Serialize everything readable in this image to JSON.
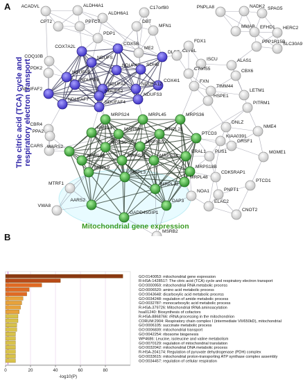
{
  "panels": {
    "a": "A",
    "b": "B"
  },
  "clusters": {
    "tca_line1": "The citric acid (TCA) cycle and",
    "tca_line2": "respiratory electron transport",
    "mito": "Mitochondrial gene expression"
  },
  "colors": {
    "tca_node": "#5448d8",
    "mito_node": "#3faa3c",
    "other_node": "#eeeeee",
    "tca_label": "#2e24a8",
    "mito_label": "#3a9a22",
    "bar_top": "#8a3a12",
    "bar_mid": "#e06a24",
    "bar_low": "#d8c24a"
  },
  "nodes": [
    {
      "id": "ACADVL",
      "c": "o"
    },
    {
      "id": "ALDH4A1",
      "c": "o"
    },
    {
      "id": "ALDH6A1",
      "c": "o"
    },
    {
      "id": "C17orf80",
      "c": "o"
    },
    {
      "id": "DBT",
      "c": "o"
    },
    {
      "id": "CPT2",
      "c": "o"
    },
    {
      "id": "PPTC7",
      "c": "o"
    },
    {
      "id": "MFN1",
      "c": "o"
    },
    {
      "id": "PDP1",
      "c": "o"
    },
    {
      "id": "COX5B",
      "c": "t"
    },
    {
      "id": "COX7A2L",
      "c": "t"
    },
    {
      "id": "ME2",
      "c": "o"
    },
    {
      "id": "COQ10B",
      "c": "o"
    },
    {
      "id": "NDUFS",
      "c": "t"
    },
    {
      "id": "DLST",
      "c": "t"
    },
    {
      "id": "PDK2",
      "c": "o"
    },
    {
      "id": "NDUFA5",
      "c": "t"
    },
    {
      "id": "NDUFA9",
      "c": "t"
    },
    {
      "id": "SDHB",
      "c": "t"
    },
    {
      "id": "NDUFB9",
      "c": "t"
    },
    {
      "id": "COX4I1",
      "c": "t"
    },
    {
      "id": "NDUFA2",
      "c": "t"
    },
    {
      "id": "NDUFS2",
      "c": "t"
    },
    {
      "id": "NDUFA12",
      "c": "t"
    },
    {
      "id": "NDUFAF2",
      "c": "t"
    },
    {
      "id": "NDUFAF7",
      "c": "t"
    },
    {
      "id": "NDUFAF4",
      "c": "t"
    },
    {
      "id": "NDUFS3",
      "c": "t"
    },
    {
      "id": "CLYBL",
      "c": "o"
    },
    {
      "id": "FDX1",
      "c": "o"
    },
    {
      "id": "ISCU",
      "c": "o"
    },
    {
      "id": "C7orf55",
      "c": "o"
    },
    {
      "id": "FXN",
      "c": "o"
    },
    {
      "id": "ALAS1",
      "c": "o"
    },
    {
      "id": "CBX6",
      "c": "o"
    },
    {
      "id": "TIMM44",
      "c": "o"
    },
    {
      "id": "LETM1",
      "c": "o"
    },
    {
      "id": "HSPE1",
      "c": "o"
    },
    {
      "id": "PITRM1",
      "c": "o"
    },
    {
      "id": "PNPLA8",
      "c": "o"
    },
    {
      "id": "NADK2",
      "c": "o"
    },
    {
      "id": "SPAG5",
      "c": "o"
    },
    {
      "id": "MMAB",
      "c": "o"
    },
    {
      "id": "EFHD1",
      "c": "o"
    },
    {
      "id": "HERC2",
      "c": "o"
    },
    {
      "id": "PPP1R15B",
      "c": "o"
    },
    {
      "id": "SLC30A9",
      "c": "o"
    },
    {
      "id": "CBR4",
      "c": "o"
    },
    {
      "id": "PPA2",
      "c": "o"
    },
    {
      "id": "CARS",
      "c": "o"
    },
    {
      "id": "DNLZ",
      "c": "o"
    },
    {
      "id": "NME4",
      "c": "o"
    },
    {
      "id": "GRSF1",
      "c": "o"
    },
    {
      "id": "MGME1",
      "c": "o"
    },
    {
      "id": "KIAA0391",
      "c": "o"
    },
    {
      "id": "PUS1",
      "c": "o"
    },
    {
      "id": "PTCD1",
      "c": "o"
    },
    {
      "id": "CNOT2",
      "c": "o"
    },
    {
      "id": "MSRB2",
      "c": "o"
    },
    {
      "id": "VWA8",
      "c": "o"
    },
    {
      "id": "MTRF1",
      "c": "o"
    },
    {
      "id": "NOA1",
      "c": "o"
    },
    {
      "id": "PNPT1",
      "c": "o"
    },
    {
      "id": "ELAC2",
      "c": "o"
    },
    {
      "id": "CDK5RAP1",
      "c": "o"
    },
    {
      "id": "MRPS24",
      "c": "m"
    },
    {
      "id": "MRPL45",
      "c": "m"
    },
    {
      "id": "MRPS36",
      "c": "m"
    },
    {
      "id": "MRPL21",
      "c": "m"
    },
    {
      "id": "MRPL1",
      "c": "m"
    },
    {
      "id": "MARS2",
      "c": "m"
    },
    {
      "id": "PTCD3",
      "c": "m"
    },
    {
      "id": "WARS2",
      "c": "m"
    },
    {
      "id": "MRPS5",
      "c": "m"
    },
    {
      "id": "MRPS10",
      "c": "m"
    },
    {
      "id": "ERAL1",
      "c": "m"
    },
    {
      "id": "MRPS18B",
      "c": "m"
    },
    {
      "id": "MRPL48",
      "c": "m"
    },
    {
      "id": "MRPS31",
      "c": "m"
    },
    {
      "id": "MRPS34",
      "c": "m"
    },
    {
      "id": "AARS2",
      "c": "m"
    },
    {
      "id": "GADD45GIP1",
      "c": "m"
    },
    {
      "id": "DAP3",
      "c": "m"
    },
    {
      "id": "MRPL9",
      "c": "m"
    },
    {
      "id": "MRPL32",
      "c": "m"
    },
    {
      "id": "MRPL3",
      "c": "m"
    },
    {
      "id": "MRPL49",
      "c": "m"
    }
  ],
  "chart_data": {
    "type": "bar",
    "orientation": "horizontal",
    "xlabel": "-log10(P)",
    "xticks": [
      "0",
      "20",
      "40",
      "60",
      "80"
    ],
    "xlim": [
      0,
      100
    ],
    "categories": [
      "GO:0140053: mitochondrial gene expression",
      "R-HSA-1428517: The citric acid (TCA) cycle and respiratory electron transport",
      "GO:0000959: mitochondrial RNA metabolic process",
      "GO:0006520: amino acid metabolic process",
      "GO:0043648: dicarboxylic acid metabolic process",
      "GO:0034248: regulation of amide metabolic process",
      "GO:0032787: monocarboxylic acid metabolic process",
      "R-HSA-379726: Mitochondrial tRNA aminoacylation",
      "hsa01240: Biosynthesis of cofactors",
      "R-HSA-8868766: rRNA processing in the mitochondrion",
      "CORUM:2904: Respiratory chain complex I (intermediate VII/650kD), mitochondrial",
      "GO:0006105: succinate metabolic process",
      "GO:0006839: mitochondrial transport",
      "GO:0042254: ribosome biogenesis",
      "WP4686: Leucine, isoleucine and valine metabolism",
      "GO:0070129: regulation of mitochondrial translation",
      "GO:0032042: mitochondrial DNA metabolic process",
      "R-HSA-204174: Regulation of pyruvate dehydrogenase (PDH) complex",
      "GO:0033615: mitochondrial proton-transporting ATP synthase complex assembly",
      "GO:0034457: regulation of cellular respiration"
    ],
    "values": [
      94,
      44,
      29,
      19,
      17,
      14,
      13,
      12,
      11,
      10,
      10,
      9,
      9,
      8,
      8,
      8,
      8,
      8,
      8,
      8
    ]
  }
}
